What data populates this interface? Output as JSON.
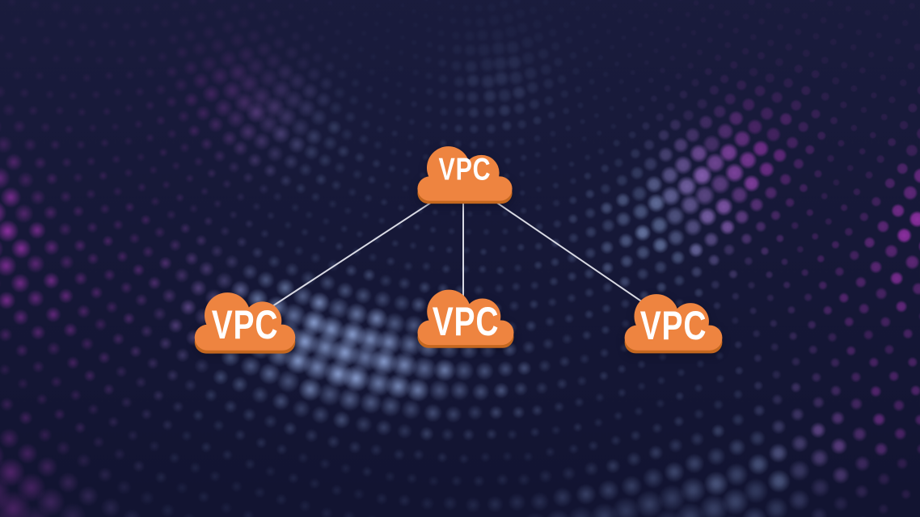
{
  "diagram": {
    "nodes": [
      {
        "id": "vpc-hub",
        "label": "VPC",
        "role": "hub"
      },
      {
        "id": "vpc-left",
        "label": "VPC",
        "role": "spoke"
      },
      {
        "id": "vpc-center",
        "label": "VPC",
        "role": "spoke"
      },
      {
        "id": "vpc-right",
        "label": "VPC",
        "role": "spoke"
      }
    ],
    "edges": [
      {
        "from": "vpc-hub",
        "to": "vpc-left"
      },
      {
        "from": "vpc-hub",
        "to": "vpc-center"
      },
      {
        "from": "vpc-hub",
        "to": "vpc-right"
      }
    ]
  },
  "theme": {
    "cloud_orange": "#EE8440",
    "cloud_rim": "#C4671F",
    "label_color": "#FFFFFF",
    "edge_line": "#E8E9F1",
    "bg_top": "#1A1C3D",
    "bg_bottom": "#121431",
    "dot_blue_bright": "#8498C8",
    "dot_blue_dim": "#232A4E",
    "dot_purple_bright": "#BB36C9",
    "dot_purple_dim": "#3A2657"
  }
}
